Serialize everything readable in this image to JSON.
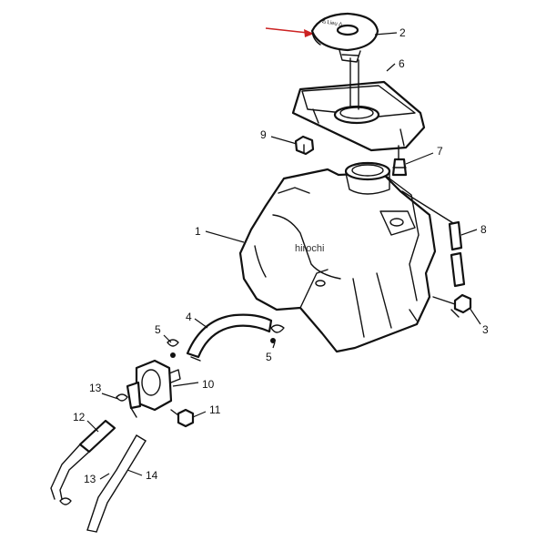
{
  "watermark": "hirochi",
  "callouts": [
    {
      "id": "1",
      "label": "1"
    },
    {
      "id": "2",
      "label": "2"
    },
    {
      "id": "3",
      "label": "3"
    },
    {
      "id": "4",
      "label": "4"
    },
    {
      "id": "5a",
      "label": "5"
    },
    {
      "id": "5b",
      "label": "5"
    },
    {
      "id": "6",
      "label": "6"
    },
    {
      "id": "7",
      "label": "7"
    },
    {
      "id": "8",
      "label": "8"
    },
    {
      "id": "9",
      "label": "9"
    },
    {
      "id": "10",
      "label": "10"
    },
    {
      "id": "11",
      "label": "11"
    },
    {
      "id": "12",
      "label": "12"
    },
    {
      "id": "13a",
      "label": "13"
    },
    {
      "id": "13b",
      "label": "13"
    },
    {
      "id": "14",
      "label": "14"
    }
  ],
  "colors": {
    "arrow": "#cc2222",
    "line": "#111111",
    "background": "#ffffff"
  },
  "icons": {
    "highlight_arrow": "red-arrow-icon"
  }
}
